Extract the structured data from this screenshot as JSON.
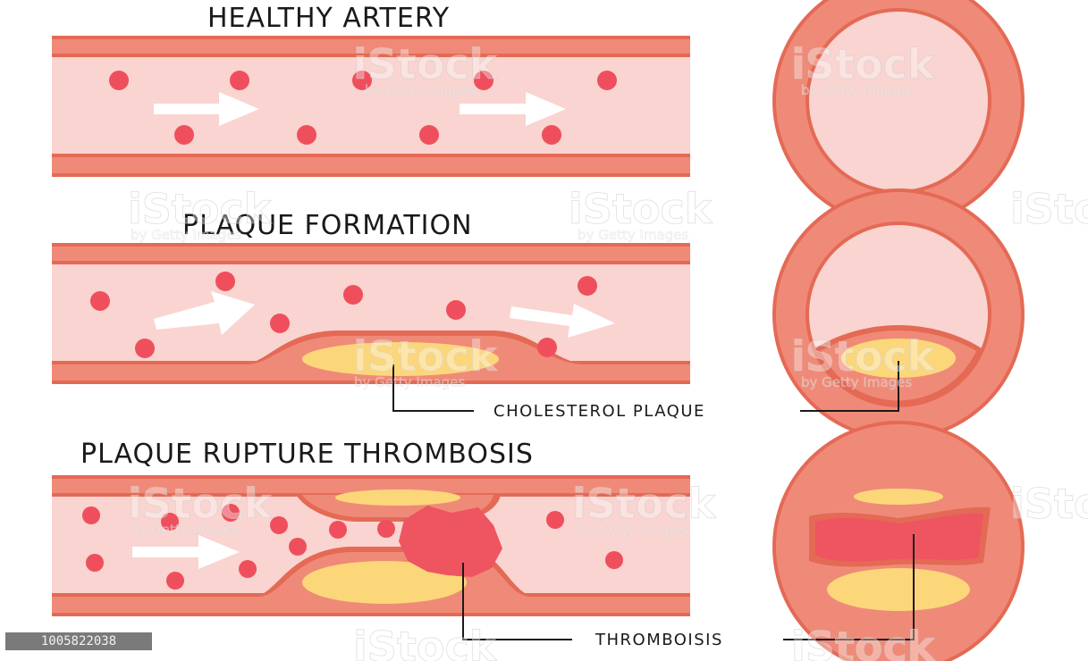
{
  "titles": {
    "healthy": "HEALTHY ARTERY",
    "plaque": "PLAQUE FORMATION",
    "rupture": "PLAQUE RUPTURE THROMBOSIS"
  },
  "callouts": {
    "cholesterol": "CHOLESTEROL PLAQUE",
    "thrombosis": "THROMBOISIS"
  },
  "watermark": {
    "brand": "iStock",
    "byline": "by Getty Images"
  },
  "image_id": "1005822038",
  "colors": {
    "wall": "#f08a78",
    "wall_outline": "#e46a55",
    "lumen": "#f9d4d0",
    "blood_cell": "#ef4f5c",
    "plaque": "#fcd77a",
    "thrombus": "#ee5560",
    "arrow": "#ffffff",
    "text": "#1a1a1a"
  }
}
